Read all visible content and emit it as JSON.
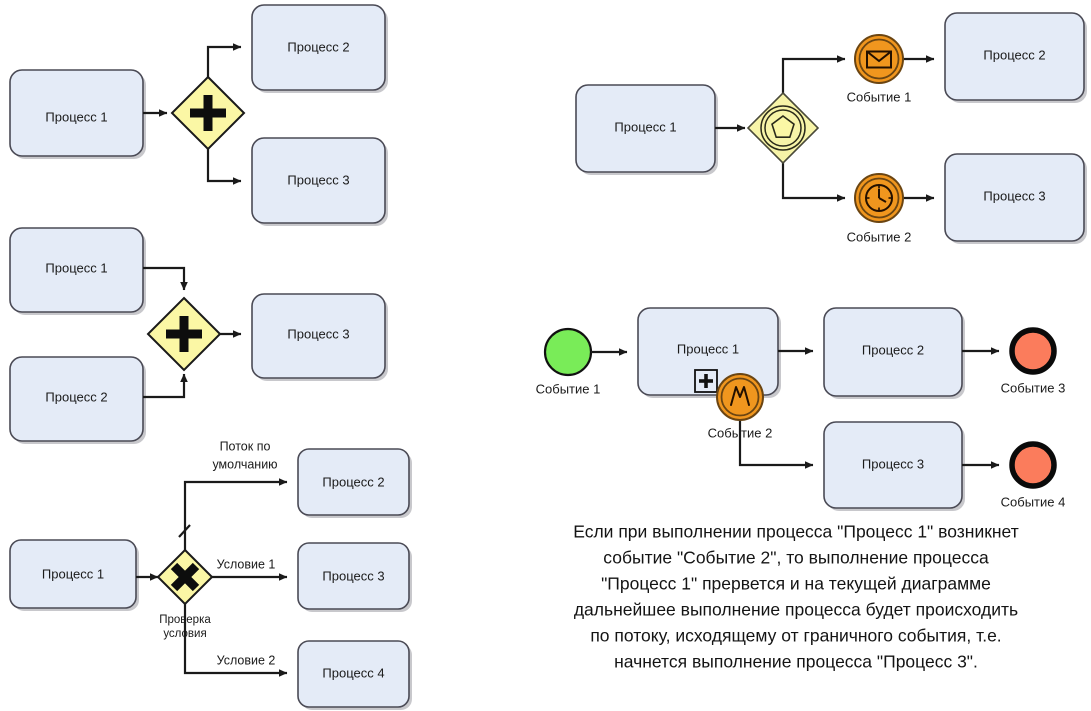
{
  "page": {
    "title": "BPMN gateway and event notation examples",
    "background": "#ffffff",
    "colors": {
      "task_fill": "#e4ebf7",
      "task_stroke": "#4a4a55",
      "gateway_fill": "#fbf7a5",
      "gateway_stroke": "#1a1a1a",
      "event_orange": "#f0961e",
      "event_start_green": "#79ec58",
      "event_end_red": "#fb7c5c",
      "flow_stroke": "#1a1a1a",
      "text": "#1a1a1a"
    }
  },
  "diagrams": [
    {
      "id": "parallel-split",
      "tasks": [
        {
          "id": "d1-t1",
          "label": "Процесс 1"
        },
        {
          "id": "d1-t2",
          "label": "Процесс 2"
        },
        {
          "id": "d1-t3",
          "label": "Процесс 3"
        }
      ],
      "gateways": [
        {
          "id": "d1-gw",
          "type": "parallel",
          "symbol": "+",
          "label": ""
        }
      ],
      "flows": [
        {
          "from": "d1-t1",
          "to": "d1-gw",
          "label": ""
        },
        {
          "from": "d1-gw",
          "to": "d1-t2",
          "label": ""
        },
        {
          "from": "d1-gw",
          "to": "d1-t3",
          "label": ""
        }
      ]
    },
    {
      "id": "parallel-join",
      "tasks": [
        {
          "id": "d2-t1",
          "label": "Процесс 1"
        },
        {
          "id": "d2-t2",
          "label": "Процесс 2"
        },
        {
          "id": "d2-t3",
          "label": "Процесс 3"
        }
      ],
      "gateways": [
        {
          "id": "d2-gw",
          "type": "parallel",
          "symbol": "+",
          "label": ""
        }
      ],
      "flows": [
        {
          "from": "d2-t1",
          "to": "d2-gw",
          "label": ""
        },
        {
          "from": "d2-t2",
          "to": "d2-gw",
          "label": ""
        },
        {
          "from": "d2-gw",
          "to": "d2-t3",
          "label": ""
        }
      ]
    },
    {
      "id": "exclusive-split",
      "tasks": [
        {
          "id": "d3-t1",
          "label": "Процесс 1"
        },
        {
          "id": "d3-t2",
          "label": "Процесс 2"
        },
        {
          "id": "d3-t3",
          "label": "Процесс 3"
        },
        {
          "id": "d3-t4",
          "label": "Процесс 4"
        }
      ],
      "gateways": [
        {
          "id": "d3-gw",
          "type": "exclusive",
          "symbol": "X",
          "label_line1": "Проверка",
          "label_line2": "условия"
        }
      ],
      "flows": [
        {
          "from": "d3-t1",
          "to": "d3-gw",
          "label": ""
        },
        {
          "from": "d3-gw",
          "to": "d3-t2",
          "label_line1": "Поток по",
          "label_line2": "умолчанию",
          "is_default": true
        },
        {
          "from": "d3-gw",
          "to": "d3-t3",
          "label": "Условие 1"
        },
        {
          "from": "d3-gw",
          "to": "d3-t4",
          "label": "Условие 2"
        }
      ]
    },
    {
      "id": "event-based-gateway",
      "tasks": [
        {
          "id": "d4-t1",
          "label": "Процесс 1"
        },
        {
          "id": "d4-t2",
          "label": "Процесс 2"
        },
        {
          "id": "d4-t3",
          "label": "Процесс 3"
        }
      ],
      "gateways": [
        {
          "id": "d4-gw",
          "type": "event-based",
          "symbol": "pentagon",
          "label": ""
        }
      ],
      "events": [
        {
          "id": "d4-e1",
          "label": "Событие 1",
          "kind": "intermediate-message",
          "glyph": "envelope"
        },
        {
          "id": "d4-e2",
          "label": "Событие 2",
          "kind": "intermediate-timer",
          "glyph": "clock"
        }
      ],
      "flows": [
        {
          "from": "d4-t1",
          "to": "d4-gw",
          "label": ""
        },
        {
          "from": "d4-gw",
          "to": "d4-e1",
          "label": ""
        },
        {
          "from": "d4-e1",
          "to": "d4-t2",
          "label": ""
        },
        {
          "from": "d4-gw",
          "to": "d4-e2",
          "label": ""
        },
        {
          "from": "d4-e2",
          "to": "d4-t3",
          "label": ""
        }
      ]
    },
    {
      "id": "boundary-event",
      "tasks": [
        {
          "id": "d5-t1",
          "label": "Процесс 1",
          "marker": "+",
          "marker_name": "subprocess-expand-marker"
        },
        {
          "id": "d5-t2",
          "label": "Процесс 2"
        },
        {
          "id": "d5-t3",
          "label": "Процесс 3"
        }
      ],
      "events": [
        {
          "id": "d5-e1",
          "label": "Событие 1",
          "kind": "start",
          "glyph": "none"
        },
        {
          "id": "d5-e2",
          "label": "Событие 2",
          "kind": "boundary-signal",
          "glyph": "zigzag"
        },
        {
          "id": "d5-e3",
          "label": "Событие 3",
          "kind": "end",
          "glyph": "none"
        },
        {
          "id": "d5-e4",
          "label": "Событие 4",
          "kind": "end",
          "glyph": "none"
        }
      ],
      "flows": [
        {
          "from": "d5-e1",
          "to": "d5-t1",
          "label": ""
        },
        {
          "from": "d5-t1",
          "to": "d5-t2",
          "label": ""
        },
        {
          "from": "d5-t2",
          "to": "d5-e3",
          "label": ""
        },
        {
          "from": "d5-e2",
          "to": "d5-t3",
          "label": ""
        },
        {
          "from": "d5-t3",
          "to": "d5-e4",
          "label": ""
        }
      ]
    }
  ],
  "caption": {
    "lines": [
      "Если при выполнении процесса \"Процесс 1\" возникнет",
      "событие \"Событие 2\", то выполнение процесса",
      "\"Процесс 1\" прервется и на текущей диаграмме",
      "дальнейшее выполнение процесса будет происходить",
      "по потоку, исходящему от граничного события, т.е.",
      "начнется выполнение процесса \"Процесс 3\"."
    ]
  }
}
